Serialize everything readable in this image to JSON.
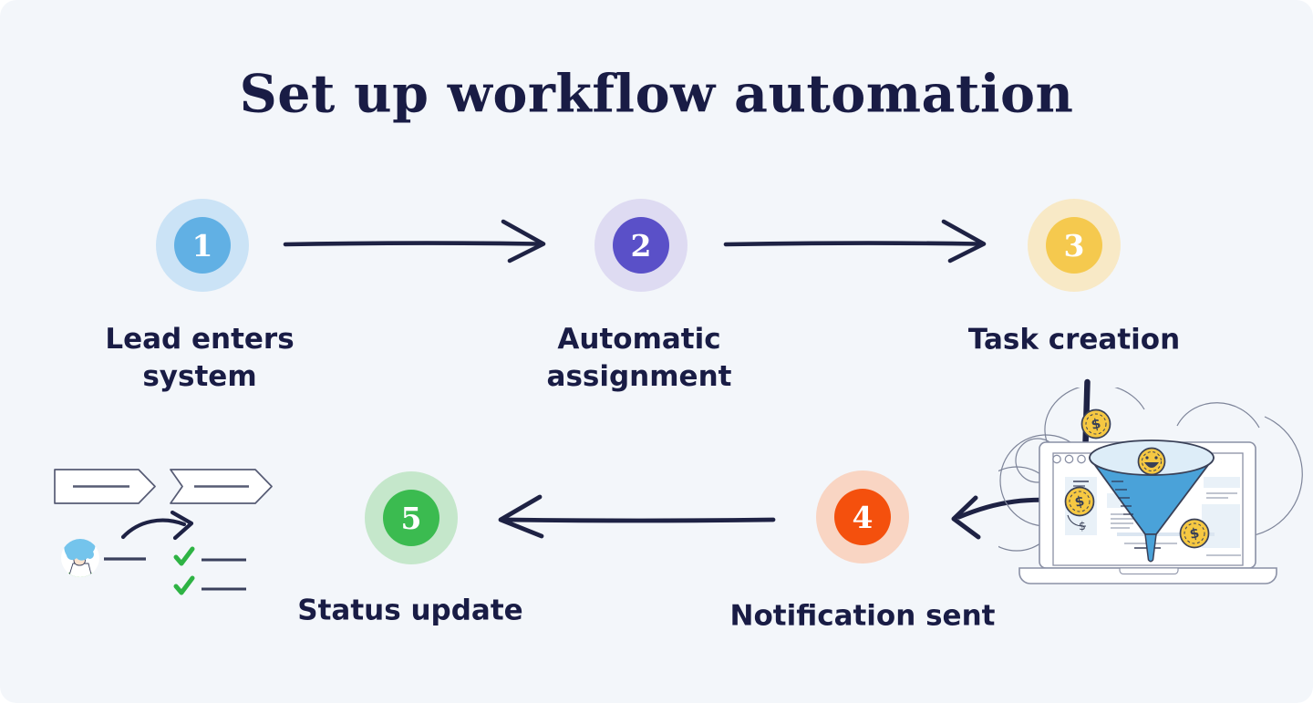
{
  "header": {
    "title": "Set up workflow automation"
  },
  "steps": [
    {
      "number": "1",
      "label": "Lead enters system",
      "color": "#61b0e4",
      "ring_color": "#cbe3f6"
    },
    {
      "number": "2",
      "label": "Automatic assignment",
      "color": "#5a50c8",
      "ring_color": "#dedbf2"
    },
    {
      "number": "3",
      "label": "Task creation",
      "color": "#f5c94e",
      "ring_color": "#f8e9c6"
    },
    {
      "number": "4",
      "label": "Notification sent",
      "color": "#f4500d",
      "ring_color": "#f9d5c3"
    },
    {
      "number": "5",
      "label": "Status update",
      "color": "#3bbb50",
      "ring_color": "#c5e7cb"
    }
  ],
  "colors": {
    "background": "#f3f6fa",
    "text": "#191c45",
    "arrow": "#1e2244",
    "check_green": "#2eb344",
    "funnel_blue": "#4aa2d9",
    "coin_yellow": "#f6c842"
  },
  "illustrations": {
    "funnel_laptop": {
      "coin_symbol": "$"
    }
  }
}
